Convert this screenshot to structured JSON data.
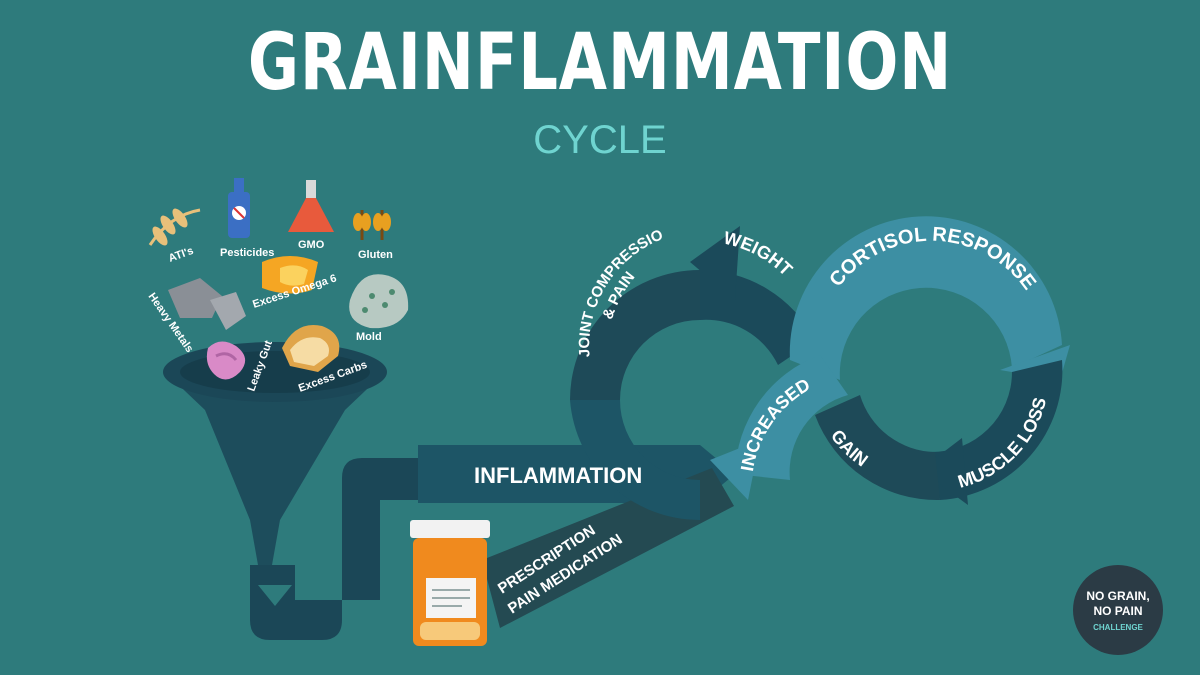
{
  "title": "GRAINFLAMMATION",
  "subtitle": "CYCLE",
  "colors": {
    "background": "#2e7b7c",
    "dark_band": "#1b4a5a",
    "light_band": "#3d8fa3",
    "subtitle": "#6fd4d0",
    "bottle": "#f08a1e"
  },
  "inputs": [
    {
      "label": "ATI's",
      "icon": "wheat-icon"
    },
    {
      "label": "Pesticides",
      "icon": "spray-bottle-icon"
    },
    {
      "label": "GMO",
      "icon": "flask-icon"
    },
    {
      "label": "Gluten",
      "icon": "grain-icon"
    },
    {
      "label": "Heavy Metals",
      "icon": "rocks-icon"
    },
    {
      "label": "Excess Omega 6",
      "icon": "oil-icon"
    },
    {
      "label": "Mold",
      "icon": "mold-icon"
    },
    {
      "label": "Leaky Gut",
      "icon": "intestine-icon"
    },
    {
      "label": "Excess Carbs",
      "icon": "bread-icon"
    }
  ],
  "cycle": {
    "inflammation": "INFLAMMATION",
    "joint_line1": "JOINT COMPRESSION",
    "joint_line2": "& PAIN",
    "weight": "WEIGHT",
    "cortisol": "CORTISOL RESPONSE",
    "muscle_loss": "MUSCLE LOSS",
    "gain": "GAIN",
    "increased": "INCREASED",
    "rx_line1": "PRESCRIPTION",
    "rx_line2": "PAIN MEDICATION"
  },
  "badge": {
    "line1": "NO GRAIN,",
    "line2": "NO PAIN",
    "line3": "CHALLENGE"
  }
}
